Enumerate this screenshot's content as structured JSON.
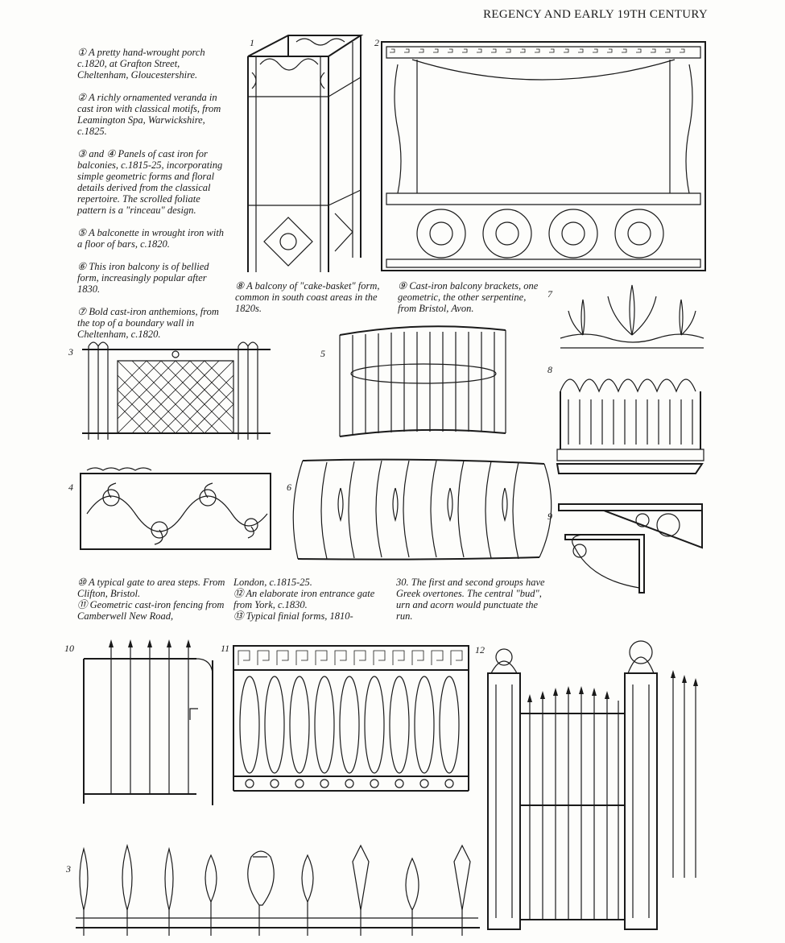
{
  "header": {
    "title": "REGENCY AND EARLY 19TH CENTURY"
  },
  "captions": {
    "intro": [
      "① A pretty hand-wrought porch c.1820, at Grafton Street, Cheltenham, Gloucestershire.",
      "② A richly ornamented veranda in cast iron with classical motifs, from Leamington Spa, Warwickshire, c.1825.",
      "③ and ④ Panels of cast iron for balconies, c.1815-25, incorporating simple geometric forms and floral details derived from the classical repertoire. The scrolled foliate pattern is a \"rinceau\" design.",
      "⑤ A balconette in wrought iron with a floor of bars, c.1820.",
      "⑥ This iron balcony is of bellied form, increasingly popular after 1830.",
      "⑦ Bold cast-iron anthemions, from the top of a boundary wall in Cheltenham, c.1820."
    ],
    "c8": "⑧ A balcony of \"cake-basket\" form, common in south coast areas in the 1820s.",
    "c9": "⑨ Cast-iron balcony brackets, one geometric, the other serpentine, from Bristol, Avon.",
    "lower_col1": "⑩ A typical gate to area steps. From Clifton, Bristol.\n⑪ Geometric cast-iron fencing from Camberwell New Road,",
    "lower_col2": "London, c.1815-25.\n⑫ An elaborate iron entrance gate from York, c.1830.\n⑬ Typical finial forms, 1810-",
    "lower_col3": "30. The first and second groups have Greek overtones. The central \"bud\", urn and acorn would punctuate the run."
  },
  "figure_numbers": {
    "f1": "1",
    "f2": "2",
    "f3": "3",
    "f4": "4",
    "f5": "5",
    "f6": "6",
    "f7": "7",
    "f8": "8",
    "f9": "9",
    "f10": "10",
    "f11": "11",
    "f12": "12",
    "f13": "3"
  }
}
